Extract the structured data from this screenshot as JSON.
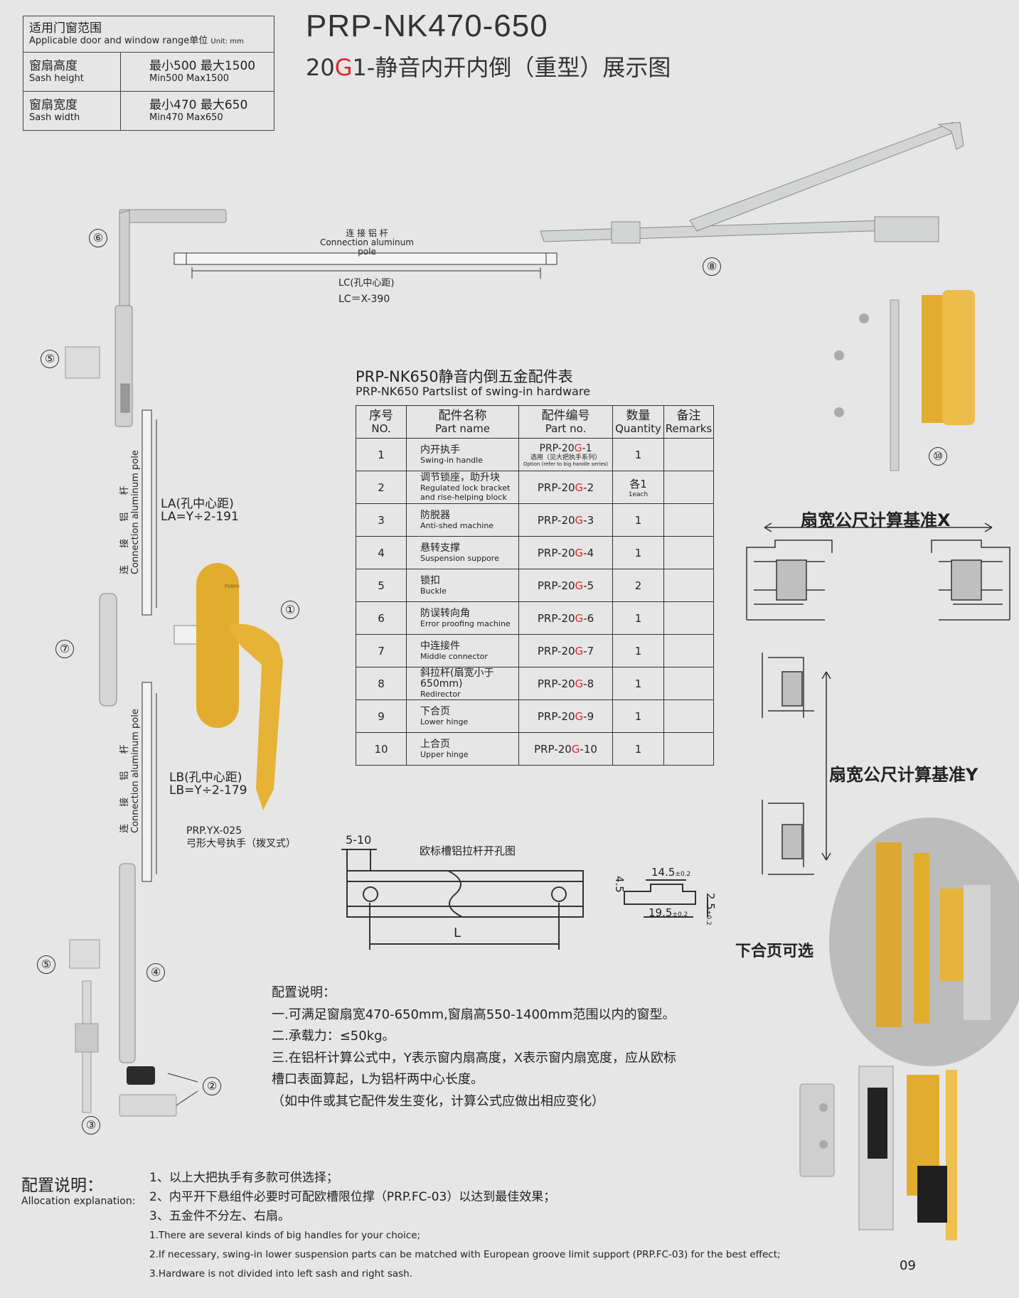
{
  "spec": {
    "range_cn": "适用门窗范围",
    "range_en": "Applicable door and window range",
    "unit_cn": "单位",
    "unit_en": "Unit: mm",
    "height_cn": "窗扇高度",
    "height_en": "Sash height",
    "height_val_cn": "最小500  最大1500",
    "height_val_en": "Min500  Max1500",
    "width_cn": "窗扇宽度",
    "width_en": "Sash width",
    "width_val_cn": "最小470  最大650",
    "width_val_en": "Min470  Max650"
  },
  "title": "PRP-NK470-650",
  "subtitle": {
    "pre": "20",
    "red": "G",
    "post": "1-静音内开内倒（重型）展示图"
  },
  "pole_top": {
    "cn": "连 接 铝 杆",
    "en": "Connection aluminum pole",
    "lc": "LC(孔中心距)",
    "lc_formula": "LC＝X-390"
  },
  "pole_left": {
    "cn": "连 接 铝 杆",
    "en": "Connection aluminum pole",
    "la": "LA(孔中心距)",
    "la_formula": "LA=Y÷2-191",
    "lb": "LB(孔中心距)",
    "lb_formula": "LB=Y÷2-179"
  },
  "handle": {
    "code": "PRP.YX-025",
    "name": "弓形大号执手（拨叉式）",
    "brand": "PORPO"
  },
  "parts_title_cn": "PRP-NK650静音内倒五金配件表",
  "parts_title_en": "PRP-NK650 Partslist of swing-in hardware",
  "parts_headers": [
    {
      "cn": "序号",
      "en": "NO."
    },
    {
      "cn": "配件名称",
      "en": "Part name"
    },
    {
      "cn": "配件编号",
      "en": "Part no."
    },
    {
      "cn": "数量",
      "en": "Quantity"
    },
    {
      "cn": "备注",
      "en": "Remarks"
    }
  ],
  "parts": [
    {
      "no": "1",
      "cn": "内开执手",
      "en": "Swing-in handle",
      "code_pre": "PRP-20",
      "code_post": "-1",
      "note_cn": "选用（见大把执手系列）",
      "note_en": "Option (refer to big handle series)",
      "qty": "1",
      "qty_en": ""
    },
    {
      "no": "2",
      "cn": "调节锁座，助升块",
      "en": "Regulated lock bracket",
      "en2": "and rise-helping block",
      "code_pre": "PRP-20",
      "code_post": "-2",
      "qty": "各1",
      "qty_en": "1each"
    },
    {
      "no": "3",
      "cn": "防脱器",
      "en": "Anti-shed machine",
      "code_pre": "PRP-20",
      "code_post": "-3",
      "qty": "1",
      "qty_en": ""
    },
    {
      "no": "4",
      "cn": "悬转支撑",
      "en": "Suspension suppore",
      "code_pre": "PRP-20",
      "code_post": "-4",
      "qty": "1",
      "qty_en": ""
    },
    {
      "no": "5",
      "cn": "锁扣",
      "en": "Buckle",
      "code_pre": "PRP-20",
      "code_post": "-5",
      "qty": "2",
      "qty_en": ""
    },
    {
      "no": "6",
      "cn": "防误转向角",
      "en": "Error proofing machine",
      "code_pre": "PRP-20",
      "code_post": "-6",
      "qty": "1",
      "qty_en": ""
    },
    {
      "no": "7",
      "cn": "中连接件",
      "en": "Middle connector",
      "code_pre": "PRP-20",
      "code_post": "-7",
      "qty": "1",
      "qty_en": ""
    },
    {
      "no": "8",
      "cn": "斜拉杆(扇宽小于650mm)",
      "en": "Redirector",
      "code_pre": "PRP-20",
      "code_post": "-8",
      "qty": "1",
      "qty_en": ""
    },
    {
      "no": "9",
      "cn": "下合页",
      "en": "Lower hinge",
      "code_pre": "PRP-20",
      "code_post": "-9",
      "qty": "1",
      "qty_en": ""
    },
    {
      "no": "10",
      "cn": "上合页",
      "en": "Upper hinge",
      "code_pre": "PRP-20",
      "code_post": "-10",
      "qty": "1",
      "qty_en": ""
    }
  ],
  "red_letter": "G",
  "slot": {
    "title": "欧标槽铝拉杆开孔图",
    "d1": "5-10",
    "L": "L",
    "d2": "14.5",
    "d3": "19.5",
    "d4": "4.5",
    "d5": "2.5",
    "tol": "±0.2"
  },
  "x_label": "扇宽公尺计算基准X",
  "y_label": "扇宽公尺计算基准Y",
  "hinge_opt": "下合页可选",
  "notes": {
    "title": "配置说明：",
    "l1": "一.可满足窗扇宽470-650mm,窗扇高550-1400mm范围以内的窗型。",
    "l2": "二.承载力：≤50kg。",
    "l3": "三.在铝杆计算公式中，Y表示窗内扇高度，X表示窗内扇宽度，应从欧标",
    "l4": "槽口表面算起，L为铝杆两中心长度。",
    "l5": "（如中件或其它配件发生变化，计算公式应做出相应变化）"
  },
  "alloc": {
    "cn": "配置说明：",
    "en": "Allocation explanation:",
    "c1": "1、以上大把执手有多款可供选择；",
    "c2": "2、内平开下悬组件必要时可配欧槽限位撑（PRP.FC-03）以达到最佳效果；",
    "c3": "3、五金件不分左、右扇。",
    "e1": "1.There are several kinds of big handles for your choice;",
    "e2": "2.If necessary, swing-in lower suspension parts can be matched with European groove limit support (PRP.FC-03) for the best effect;",
    "e3": "3.Hardware is not divided into left sash and right sash."
  },
  "markers": [
    "①",
    "②",
    "③",
    "④",
    "⑤",
    "⑤",
    "⑥",
    "⑦",
    "⑧",
    "⑩",
    "09"
  ],
  "colors": {
    "gold": "#e2ad2f",
    "silver": "#c9c9c9",
    "accent_red": "#e0262d",
    "bg": "#e6e6e7"
  }
}
